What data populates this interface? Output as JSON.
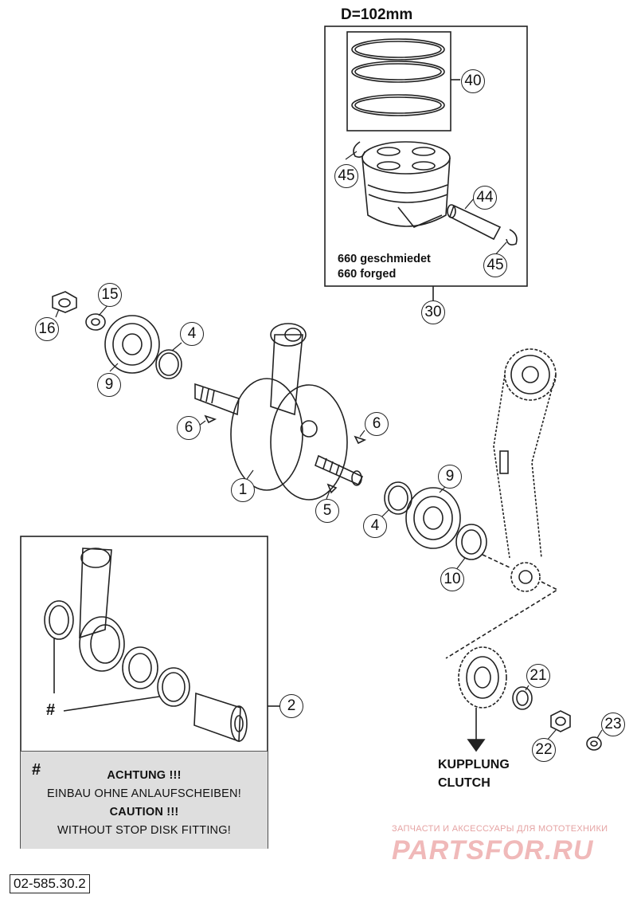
{
  "piston_kit": {
    "bore_label": "D=102mm",
    "note_line1": "660 geschmiedet",
    "note_line2": "660 forged"
  },
  "callouts": {
    "c40": "40",
    "c45a": "45",
    "c44": "44",
    "c45b": "45",
    "c30": "30",
    "c15": "15",
    "c16": "16",
    "c4a": "4",
    "c9a": "9",
    "c6a": "6",
    "c6b": "6",
    "c1": "1",
    "c5": "5",
    "c9b": "9",
    "c4b": "4",
    "c10": "10",
    "c2": "2",
    "c21": "21",
    "c23": "23",
    "c22": "22"
  },
  "inset": {
    "hash_mark": "#",
    "notice": {
      "hash_mark": "#",
      "de_title": "ACHTUNG !!!",
      "de_text": "EINBAU OHNE ANLAUFSCHEIBEN!",
      "en_title": "CAUTION !!!",
      "en_text": "WITHOUT STOP DISK FITTING!"
    }
  },
  "clutch": {
    "line1": "KUPPLUNG",
    "line2": "CLUTCH"
  },
  "drawing_number": "02-585.30.2",
  "watermark": {
    "tagline": "ЗАПЧАСТИ И АКСЕССУАРЫ ДЛЯ МОТОТЕХНИКИ",
    "brand": "PARTSFOR.RU"
  },
  "colors": {
    "line": "#222222",
    "notice_bg": "#dedede",
    "watermark": "#f0b9b9"
  }
}
